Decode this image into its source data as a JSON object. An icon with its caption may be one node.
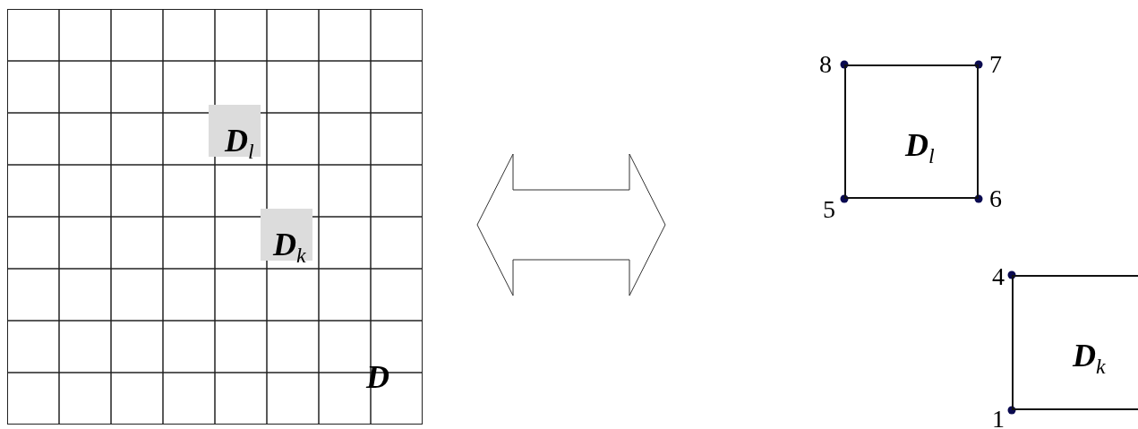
{
  "diagram": {
    "nodes": [
      {
        "text": [
          "D"
        ]
      },
      {
        "text": [
          "D$_{l}$"
        ],
        "in": 0
      },
      {
        "text": [
          "D$_{k}$"
        ],
        "in": 0
      },
      {
        "text": [
          "D$_{l}$"
        ]
      },
      {
        "text": [
          "D$_{k}$"
        ]
      }
    ],
    "labels": [
      "8",
      "7",
      "5",
      "6",
      "4",
      "1"
    ]
  }
}
